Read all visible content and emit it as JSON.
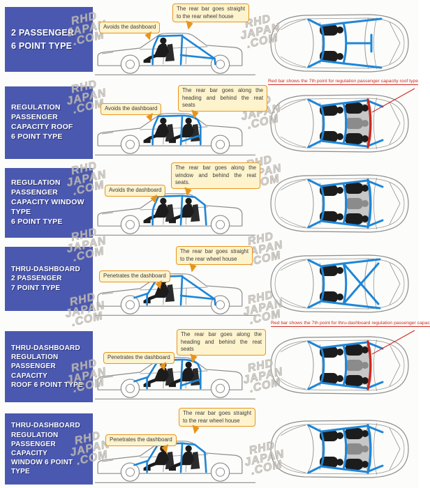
{
  "colors": {
    "panel_blue": "#4a58b0",
    "cage_blue": "#1d86d8",
    "red": "#cf281e",
    "callout_bg": "#fdf3cd",
    "callout_border": "#e8941c",
    "outline_grey": "#8c8c8c",
    "figure_black": "#1c1c1c"
  },
  "watermark_lines": [
    "RHD",
    "JAPAN",
    ".COM"
  ],
  "rows": [
    {
      "label": "2 PASSENGER\n6 POINT TYPE",
      "dash_callout": "Avoids the dashboard",
      "rear_callout": "The rear bar goes straight to the rear wheel house",
      "red_note": null,
      "config": {
        "dash": "avoid",
        "rear": "straight",
        "passengers": 2,
        "red_bar": false,
        "x_brace": false
      }
    },
    {
      "label": "REGULATION PASSENGER\nCAPACITY ROOF\n6 POINT  TYPE",
      "dash_callout": "Avoids the dashboard",
      "rear_callout": "The rear bar goes along the heading and behind the reat seats",
      "red_note": "Red bar shows the 7th point for regulation passenger capacity roof type",
      "config": {
        "dash": "avoid",
        "rear": "heading",
        "passengers": 5,
        "red_bar": true,
        "x_brace": false
      }
    },
    {
      "label": "REGULATION PASSENGER\nCAPACITY WINDOW TYPE\n6 POINT TYPE",
      "dash_callout": "Avoids the dashboard",
      "rear_callout": "The rear bar goes along the window and behind the reat seats.",
      "red_note": null,
      "config": {
        "dash": "avoid",
        "rear": "window",
        "passengers": 5,
        "red_bar": false,
        "x_brace": false
      }
    },
    {
      "label": "THRU-DASHBOARD\n2 PASSENGER\n7 POINT TYPE",
      "dash_callout": "Penetrates the dashboard",
      "rear_callout": "The rear bar goes straight to the rear wheel house",
      "red_note": null,
      "config": {
        "dash": "thru",
        "rear": "straight",
        "passengers": 2,
        "red_bar": false,
        "x_brace": true
      }
    },
    {
      "label": "THRU-DASHBOARD\nREGULATION\nPASSENGER CAPACITY\nROOF 6 POINT TYPE",
      "dash_callout": "Penetrates the dashboard",
      "rear_callout": "The rear bar goes along the heading and behind the reat seats",
      "red_note": "Red bar shows the 7th point for thru-dashboard regulation passenger capac",
      "config": {
        "dash": "thru",
        "rear": "heading",
        "passengers": 5,
        "red_bar": true,
        "x_brace": false
      }
    },
    {
      "label": "THRU-DASHBOARD\nREGULATION\nPASSENGER CAPACITY\nWINDOW 6 POINT TYPE",
      "dash_callout": "Penetrates the dashboard",
      "rear_callout": "The rear bar goes straight to the rear wheel house",
      "red_note": null,
      "config": {
        "dash": "thru",
        "rear": "window",
        "passengers": 5,
        "red_bar": false,
        "x_brace": false
      }
    }
  ]
}
